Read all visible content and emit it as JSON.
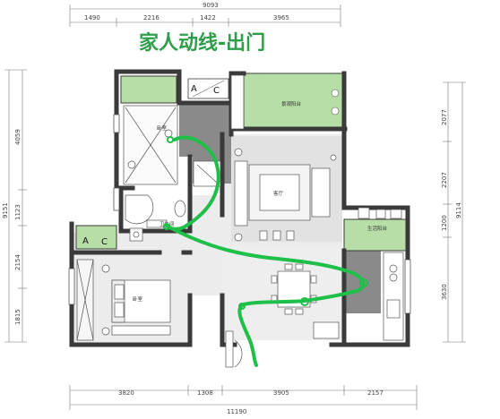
{
  "title": "家人动线-出门",
  "dimensions": {
    "top_total": "9093",
    "top": [
      "1490",
      "2216",
      "1422",
      "3965"
    ],
    "bottom_total": "11190",
    "bottom": [
      "3820",
      "1308",
      "3905",
      "2157"
    ],
    "left_total": "9151",
    "left": [
      "4059",
      "1123",
      "2154",
      "1815"
    ],
    "right_total": "9114",
    "right": [
      "2077",
      "2207",
      "1200",
      "3630"
    ]
  },
  "rooms": {
    "bedroom_top": "卧室",
    "bedroom_bottom": "卧室",
    "bathroom": "卫生间",
    "living_room": "客厅",
    "balcony_view": "景观阳台",
    "balcony_life": "生活阳台"
  },
  "ac_labels": {
    "a": "A",
    "c": "C"
  },
  "colors": {
    "route": "#1fbf4a",
    "balcony": "#b7dea6",
    "floor_gray": "#8a8a8a",
    "wall": "#3a3a3a",
    "title": "#2e9e4a"
  }
}
